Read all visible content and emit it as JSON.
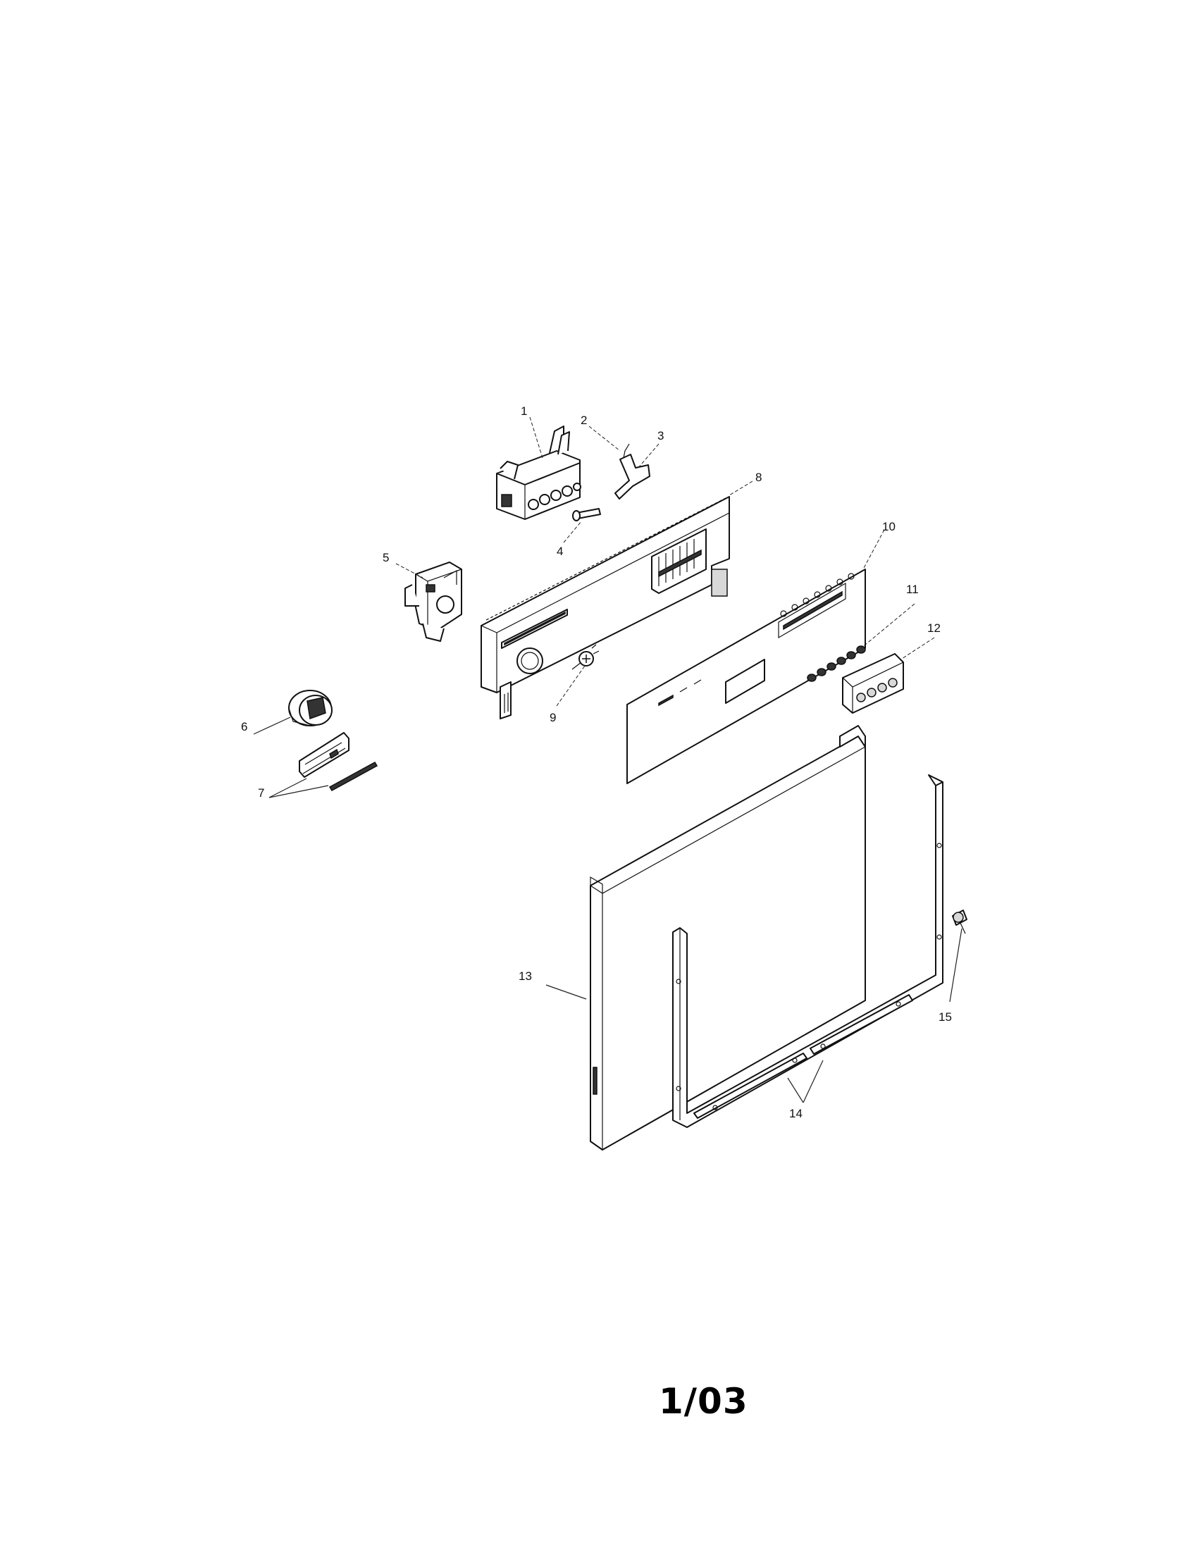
{
  "diagram": {
    "callouts": [
      "1",
      "2",
      "3",
      "4",
      "5",
      "6",
      "7",
      "8",
      "9",
      "10",
      "11",
      "12",
      "13",
      "14",
      "15"
    ]
  },
  "footer": {
    "page_number": "1/03"
  }
}
